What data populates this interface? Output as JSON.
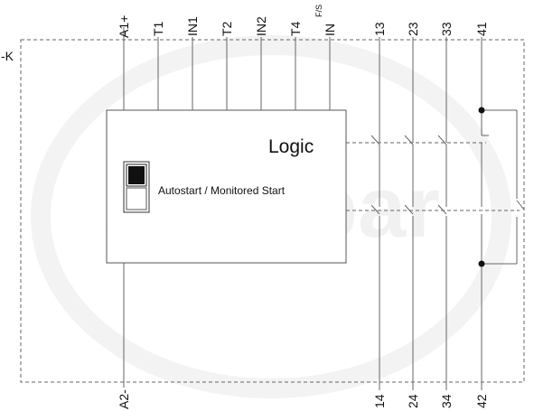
{
  "device_ref": "-K",
  "watermark": "sonepar",
  "logic_block": {
    "title": "Logic",
    "switch_label": "Autostart / Monitored Start"
  },
  "top_terminals": {
    "a1": "A1+",
    "t1": "T1",
    "in1": "IN1",
    "t2": "T2",
    "in2": "IN2",
    "t4": "T4",
    "in_fs": "IN",
    "in_fs_sub": "F/S",
    "c13": "13",
    "c23": "23",
    "c33": "33",
    "c41": "41"
  },
  "bottom_terminals": {
    "a2": "A2-",
    "c14": "14",
    "c24": "24",
    "c34": "34",
    "c42": "42"
  }
}
